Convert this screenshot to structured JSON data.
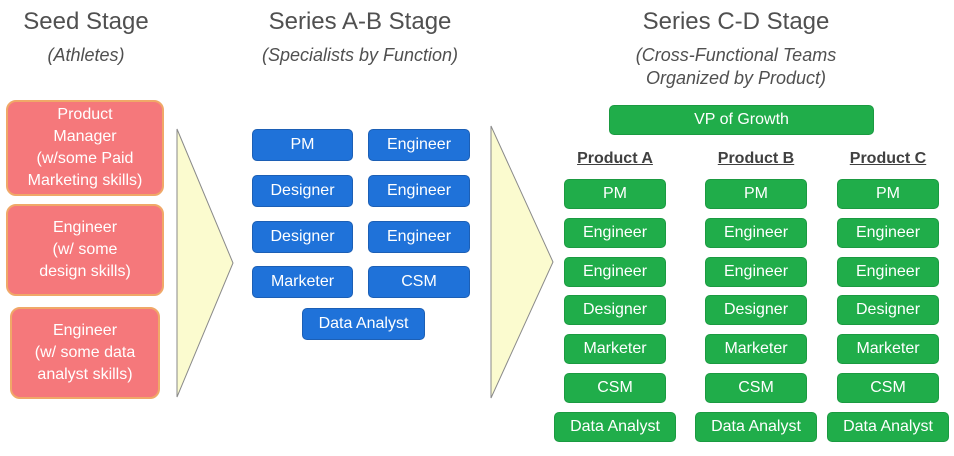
{
  "seed": {
    "title": "Seed Stage",
    "subtitle": "(Athletes)",
    "roles": [
      "Product\nManager\n(w/some Paid\nMarketing skills)",
      "Engineer\n(w/ some\ndesign skills)",
      "Engineer\n(w/ some data\nanalyst skills)"
    ]
  },
  "series_ab": {
    "title": "Series A-B Stage",
    "subtitle": "(Specialists by Function)",
    "roles": [
      "PM",
      "Engineer",
      "Designer",
      "Engineer",
      "Designer",
      "Engineer",
      "Marketer",
      "CSM",
      "Data Analyst"
    ]
  },
  "series_cd": {
    "title": "Series C-D Stage",
    "subtitle": "(Cross-Functional Teams\nOrganized by Product)",
    "lead": "VP of Growth",
    "products": [
      {
        "name": "Product A",
        "roles": [
          "PM",
          "Engineer",
          "Engineer",
          "Designer",
          "Marketer",
          "CSM",
          "Data Analyst"
        ]
      },
      {
        "name": "Product B",
        "roles": [
          "PM",
          "Engineer",
          "Engineer",
          "Designer",
          "Marketer",
          "CSM",
          "Data Analyst"
        ]
      },
      {
        "name": "Product C",
        "roles": [
          "PM",
          "Engineer",
          "Engineer",
          "Designer",
          "Marketer",
          "CSM",
          "Data Analyst"
        ]
      }
    ]
  },
  "colors": {
    "seed_box": "#f5787b",
    "seed_border": "#f0a868",
    "ab_box": "#1f72d9",
    "cd_box": "#20ad4a",
    "arrow_fill": "#fbfbcf",
    "title_text": "#505050"
  }
}
